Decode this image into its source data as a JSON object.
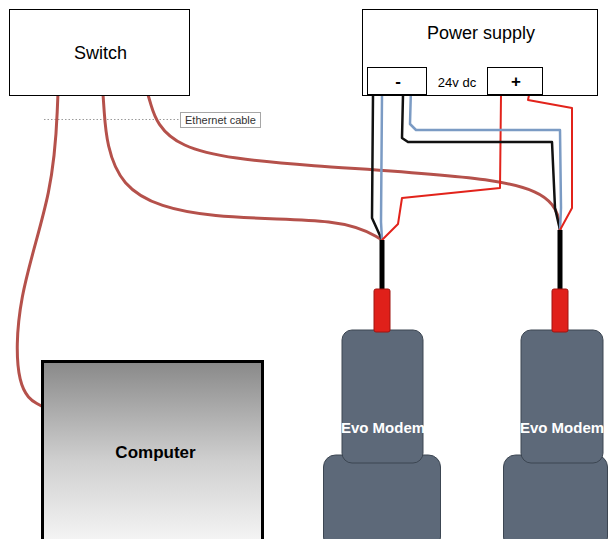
{
  "diagram": {
    "nodes": [
      {
        "text": [
          "Switch"
        ]
      },
      {
        "text": [
          "Power supply",
          "24v dc"
        ]
      },
      {
        "text": [
          "-"
        ],
        "in": 1
      },
      {
        "text": [
          "+"
        ],
        "in": 1
      },
      {
        "text": [
          "Computer"
        ]
      },
      {
        "text": [
          "Evo Modem"
        ]
      },
      {
        "text": [
          "Evo Modem"
        ]
      }
    ],
    "edges": [
      {
        "from": 0,
        "to": 4,
        "arrow": "none"
      },
      {
        "from": 0,
        "to": 5,
        "arrow": "none"
      },
      {
        "from": 0,
        "to": 6,
        "arrow": "none"
      },
      {
        "from": 2,
        "to": 5,
        "arrow": "none"
      },
      {
        "from": 2,
        "to": 5,
        "arrow": "none"
      },
      {
        "from": 3,
        "to": 5,
        "arrow": "none"
      },
      {
        "from": 2,
        "to": 6,
        "arrow": "none"
      },
      {
        "from": 2,
        "to": 6,
        "arrow": "none"
      },
      {
        "from": 3,
        "to": 6,
        "arrow": "none"
      }
    ],
    "labels": [
      "Ethernet cable"
    ]
  }
}
